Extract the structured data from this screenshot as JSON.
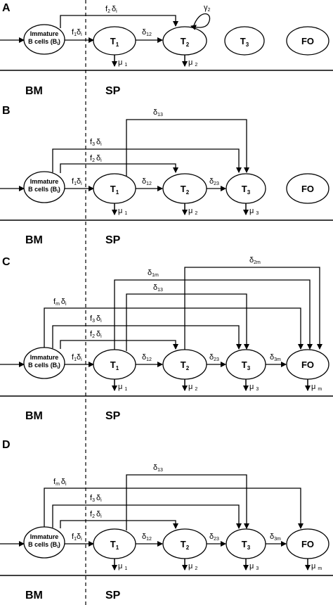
{
  "panels": [
    {
      "letter": "A",
      "regions": {
        "left": "BM",
        "right": "SP"
      },
      "immature": {
        "line1": "Immature",
        "line2": "B cells",
        "sub": "(B",
        "subsub": "I",
        "close": ")"
      },
      "nodes": [
        {
          "id": "T1",
          "base": "T",
          "sub": "1"
        },
        {
          "id": "T2",
          "base": "T",
          "sub": "2"
        },
        {
          "id": "T3",
          "base": "T",
          "sub": "3"
        },
        {
          "id": "FO",
          "base": "FO",
          "sub": ""
        }
      ],
      "flow_labels": {
        "f1": "f",
        "f1_sub": "1",
        "f1_delta": "δ",
        "f1_delta_sub": "i",
        "d12": "δ",
        "d12_sub": "12"
      },
      "extra_labels": [
        {
          "id": "f2di",
          "base": "f",
          "sub": "2",
          "delta": "δ",
          "delta_sub": "i"
        },
        {
          "id": "gamma2",
          "base": "γ",
          "sub": "2"
        }
      ],
      "death_labels": [
        {
          "id": "mu1",
          "base": "μ",
          "sub": "1"
        },
        {
          "id": "mu2",
          "base": "μ",
          "sub": "2"
        }
      ]
    },
    {
      "letter": "B",
      "regions": {
        "left": "BM",
        "right": "SP"
      },
      "immature": {
        "line1": "Immature",
        "line2": "B cells",
        "sub": "(B",
        "subsub": "I",
        "close": ")"
      },
      "nodes": [
        {
          "id": "T1",
          "base": "T",
          "sub": "1"
        },
        {
          "id": "T2",
          "base": "T",
          "sub": "2"
        },
        {
          "id": "T3",
          "base": "T",
          "sub": "3"
        },
        {
          "id": "FO",
          "base": "FO",
          "sub": ""
        }
      ],
      "flow_labels": {
        "f1": "f",
        "f1_sub": "1",
        "f1_delta": "δ",
        "f1_delta_sub": "i",
        "d12": "δ",
        "d12_sub": "12",
        "d23": "δ",
        "d23_sub": "23"
      },
      "extra_labels": [
        {
          "id": "d13",
          "base": "δ",
          "sub": "13"
        },
        {
          "id": "f3di",
          "base": "f",
          "sub": "3",
          "delta": "δ",
          "delta_sub": "i"
        },
        {
          "id": "f2di",
          "base": "f",
          "sub": "2",
          "delta": "δ",
          "delta_sub": "i"
        }
      ],
      "death_labels": [
        {
          "id": "mu1",
          "base": "μ",
          "sub": "1"
        },
        {
          "id": "mu2",
          "base": "μ",
          "sub": "2"
        },
        {
          "id": "mu3",
          "base": "μ",
          "sub": "3"
        }
      ]
    },
    {
      "letter": "C",
      "regions": {
        "left": "BM",
        "right": "SP"
      },
      "immature": {
        "line1": "Immature",
        "line2": "B cells",
        "sub": "(B",
        "subsub": "I",
        "close": ")"
      },
      "nodes": [
        {
          "id": "T1",
          "base": "T",
          "sub": "1"
        },
        {
          "id": "T2",
          "base": "T",
          "sub": "2"
        },
        {
          "id": "T3",
          "base": "T",
          "sub": "3"
        },
        {
          "id": "FO",
          "base": "FO",
          "sub": ""
        }
      ],
      "flow_labels": {
        "f1": "f",
        "f1_sub": "1",
        "f1_delta": "δ",
        "f1_delta_sub": "i",
        "d12": "δ",
        "d12_sub": "12",
        "d23": "δ",
        "d23_sub": "23",
        "d3m": "δ",
        "d3m_sub": "3m"
      },
      "extra_labels": [
        {
          "id": "d2m",
          "base": "δ",
          "sub": "2m"
        },
        {
          "id": "d1m",
          "base": "δ",
          "sub": "1m"
        },
        {
          "id": "d13",
          "base": "δ",
          "sub": "13"
        },
        {
          "id": "fmdi",
          "base": "f",
          "sub": "m",
          "delta": "δ",
          "delta_sub": "i"
        },
        {
          "id": "f3di",
          "base": "f",
          "sub": "3",
          "delta": "δ",
          "delta_sub": "i"
        },
        {
          "id": "f2di",
          "base": "f",
          "sub": "2",
          "delta": "δ",
          "delta_sub": "i"
        }
      ],
      "death_labels": [
        {
          "id": "mu1",
          "base": "μ",
          "sub": "1"
        },
        {
          "id": "mu2",
          "base": "μ",
          "sub": "2"
        },
        {
          "id": "mu3",
          "base": "μ",
          "sub": "3"
        },
        {
          "id": "mum",
          "base": "μ",
          "sub": "m"
        }
      ]
    },
    {
      "letter": "D",
      "regions": {
        "left": "BM",
        "right": "SP"
      },
      "immature": {
        "line1": "Immature",
        "line2": "B cells",
        "sub": "(B",
        "subsub": "I",
        "close": ")"
      },
      "nodes": [
        {
          "id": "T1",
          "base": "T",
          "sub": "1"
        },
        {
          "id": "T2",
          "base": "T",
          "sub": "2"
        },
        {
          "id": "T3",
          "base": "T",
          "sub": "3"
        },
        {
          "id": "FO",
          "base": "FO",
          "sub": ""
        }
      ],
      "flow_labels": {
        "f1": "f",
        "f1_sub": "1",
        "f1_delta": "δ",
        "f1_delta_sub": "i",
        "d12": "δ",
        "d12_sub": "12",
        "d23": "δ",
        "d23_sub": "23",
        "d3m": "δ",
        "d3m_sub": "3m"
      },
      "extra_labels": [
        {
          "id": "d13",
          "base": "δ",
          "sub": "13"
        },
        {
          "id": "fmdi",
          "base": "f",
          "sub": "m",
          "delta": "δ",
          "delta_sub": "i"
        },
        {
          "id": "f3di",
          "base": "f",
          "sub": "3",
          "delta": "δ",
          "delta_sub": "i"
        },
        {
          "id": "f2di",
          "base": "f",
          "sub": "2",
          "delta": "δ",
          "delta_sub": "i"
        }
      ],
      "death_labels": [
        {
          "id": "mu1",
          "base": "μ",
          "sub": "1"
        },
        {
          "id": "mu2",
          "base": "μ",
          "sub": "2"
        },
        {
          "id": "mu3",
          "base": "μ",
          "sub": "3"
        },
        {
          "id": "mum",
          "base": "μ",
          "sub": "m"
        }
      ]
    }
  ]
}
